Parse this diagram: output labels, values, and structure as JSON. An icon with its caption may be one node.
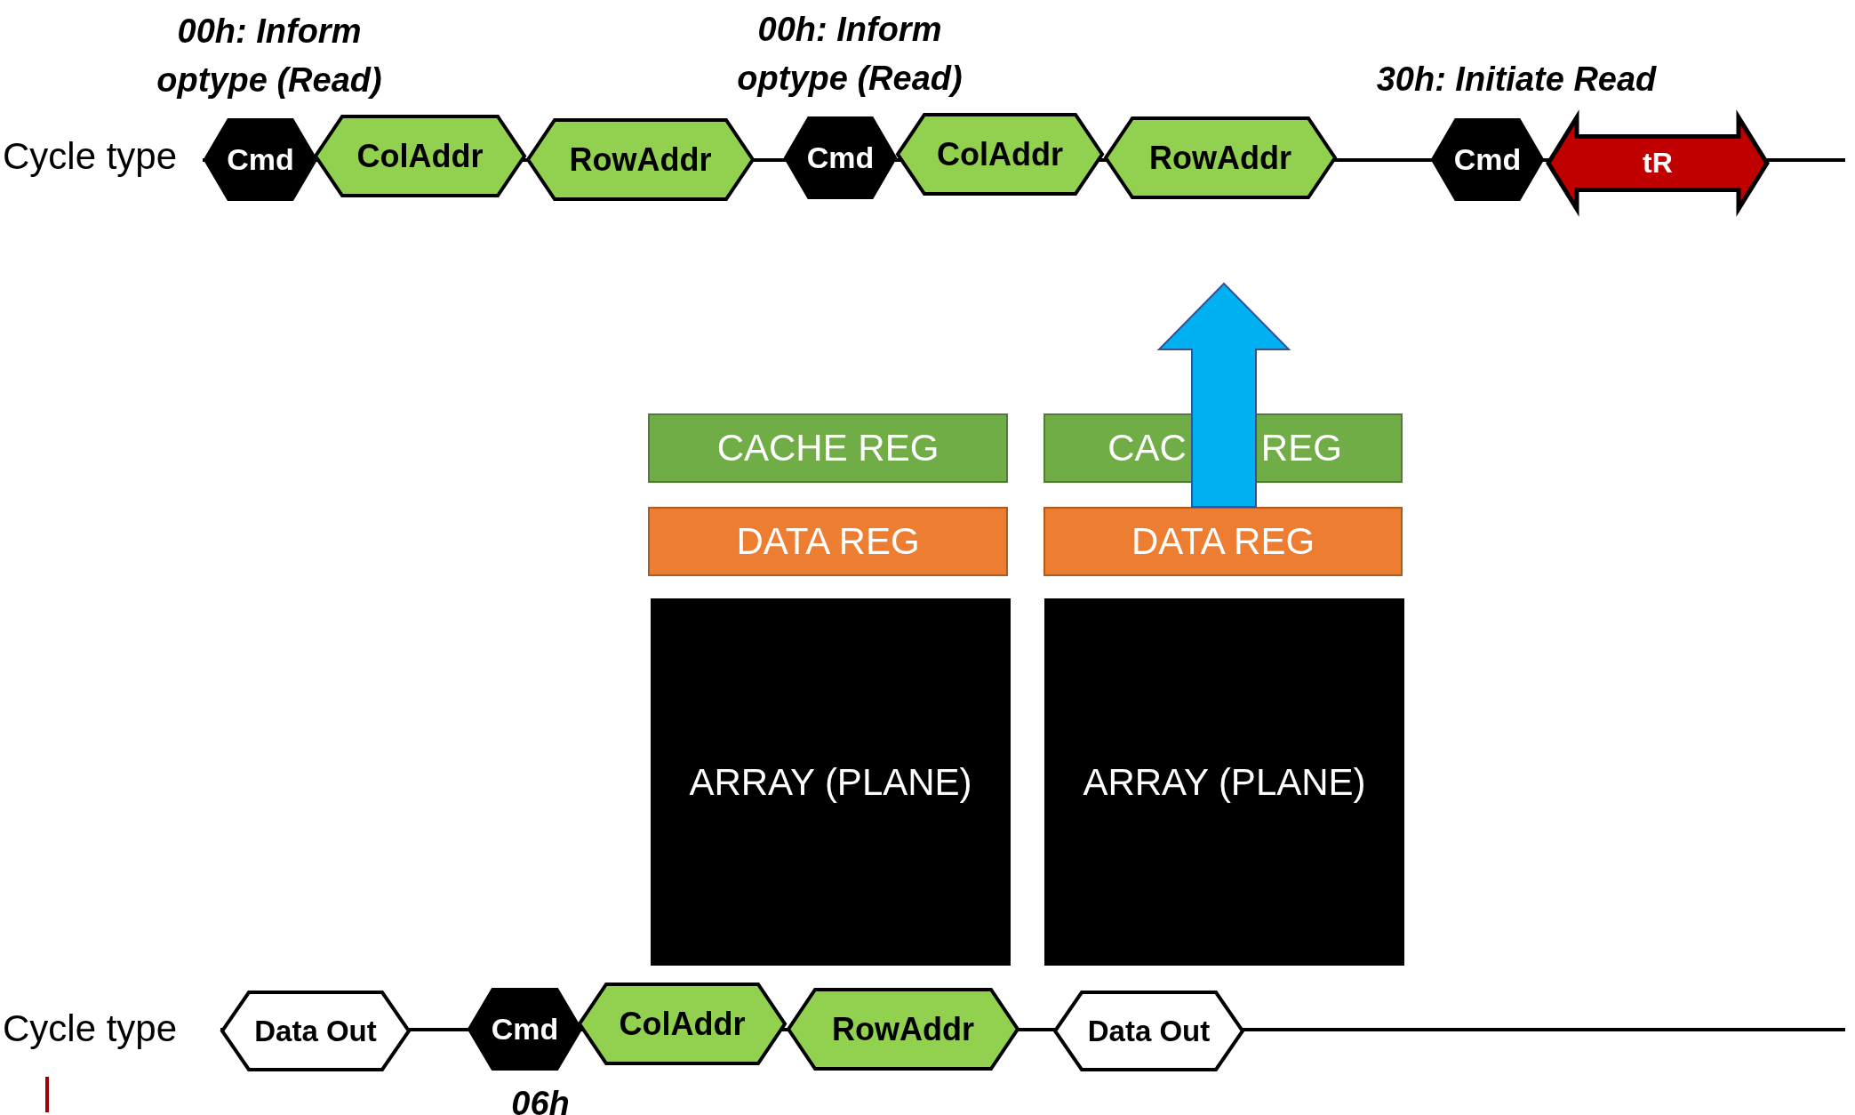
{
  "diagram": {
    "nodes": [
      {
        "text": [
          "Cmd"
        ],
        "beside": [
          "00h: Inform optype (Read)"
        ]
      },
      {
        "text": [
          "ColAddr"
        ]
      },
      {
        "text": [
          "RowAddr"
        ]
      },
      {
        "text": [
          "Cmd"
        ],
        "beside": [
          "00h: Inform optype (Read)"
        ]
      },
      {
        "text": [
          "ColAddr"
        ]
      },
      {
        "text": [
          "RowAddr"
        ]
      },
      {
        "text": [
          "Cmd"
        ],
        "beside": [
          "30h: Initiate Read"
        ]
      },
      {
        "text": [
          "tR"
        ]
      },
      {
        "text": [
          "CACHE REG"
        ]
      },
      {
        "text": [
          "CAC",
          "REG"
        ]
      },
      {
        "text": [
          "DATA REG"
        ]
      },
      {
        "text": [
          "DATA REG"
        ]
      },
      {
        "text": [
          "ARRAY (PLANE)"
        ]
      },
      {
        "text": [
          "ARRAY (PLANE)"
        ]
      },
      {
        "text": [
          "Data Out"
        ]
      },
      {
        "text": [
          "Cmd"
        ],
        "beside": [
          "06h"
        ]
      },
      {
        "text": [
          "ColAddr"
        ]
      },
      {
        "text": [
          "RowAddr"
        ]
      },
      {
        "text": [
          "Data Out"
        ]
      }
    ],
    "labels": [
      "Cycle type",
      "Cycle type"
    ]
  }
}
